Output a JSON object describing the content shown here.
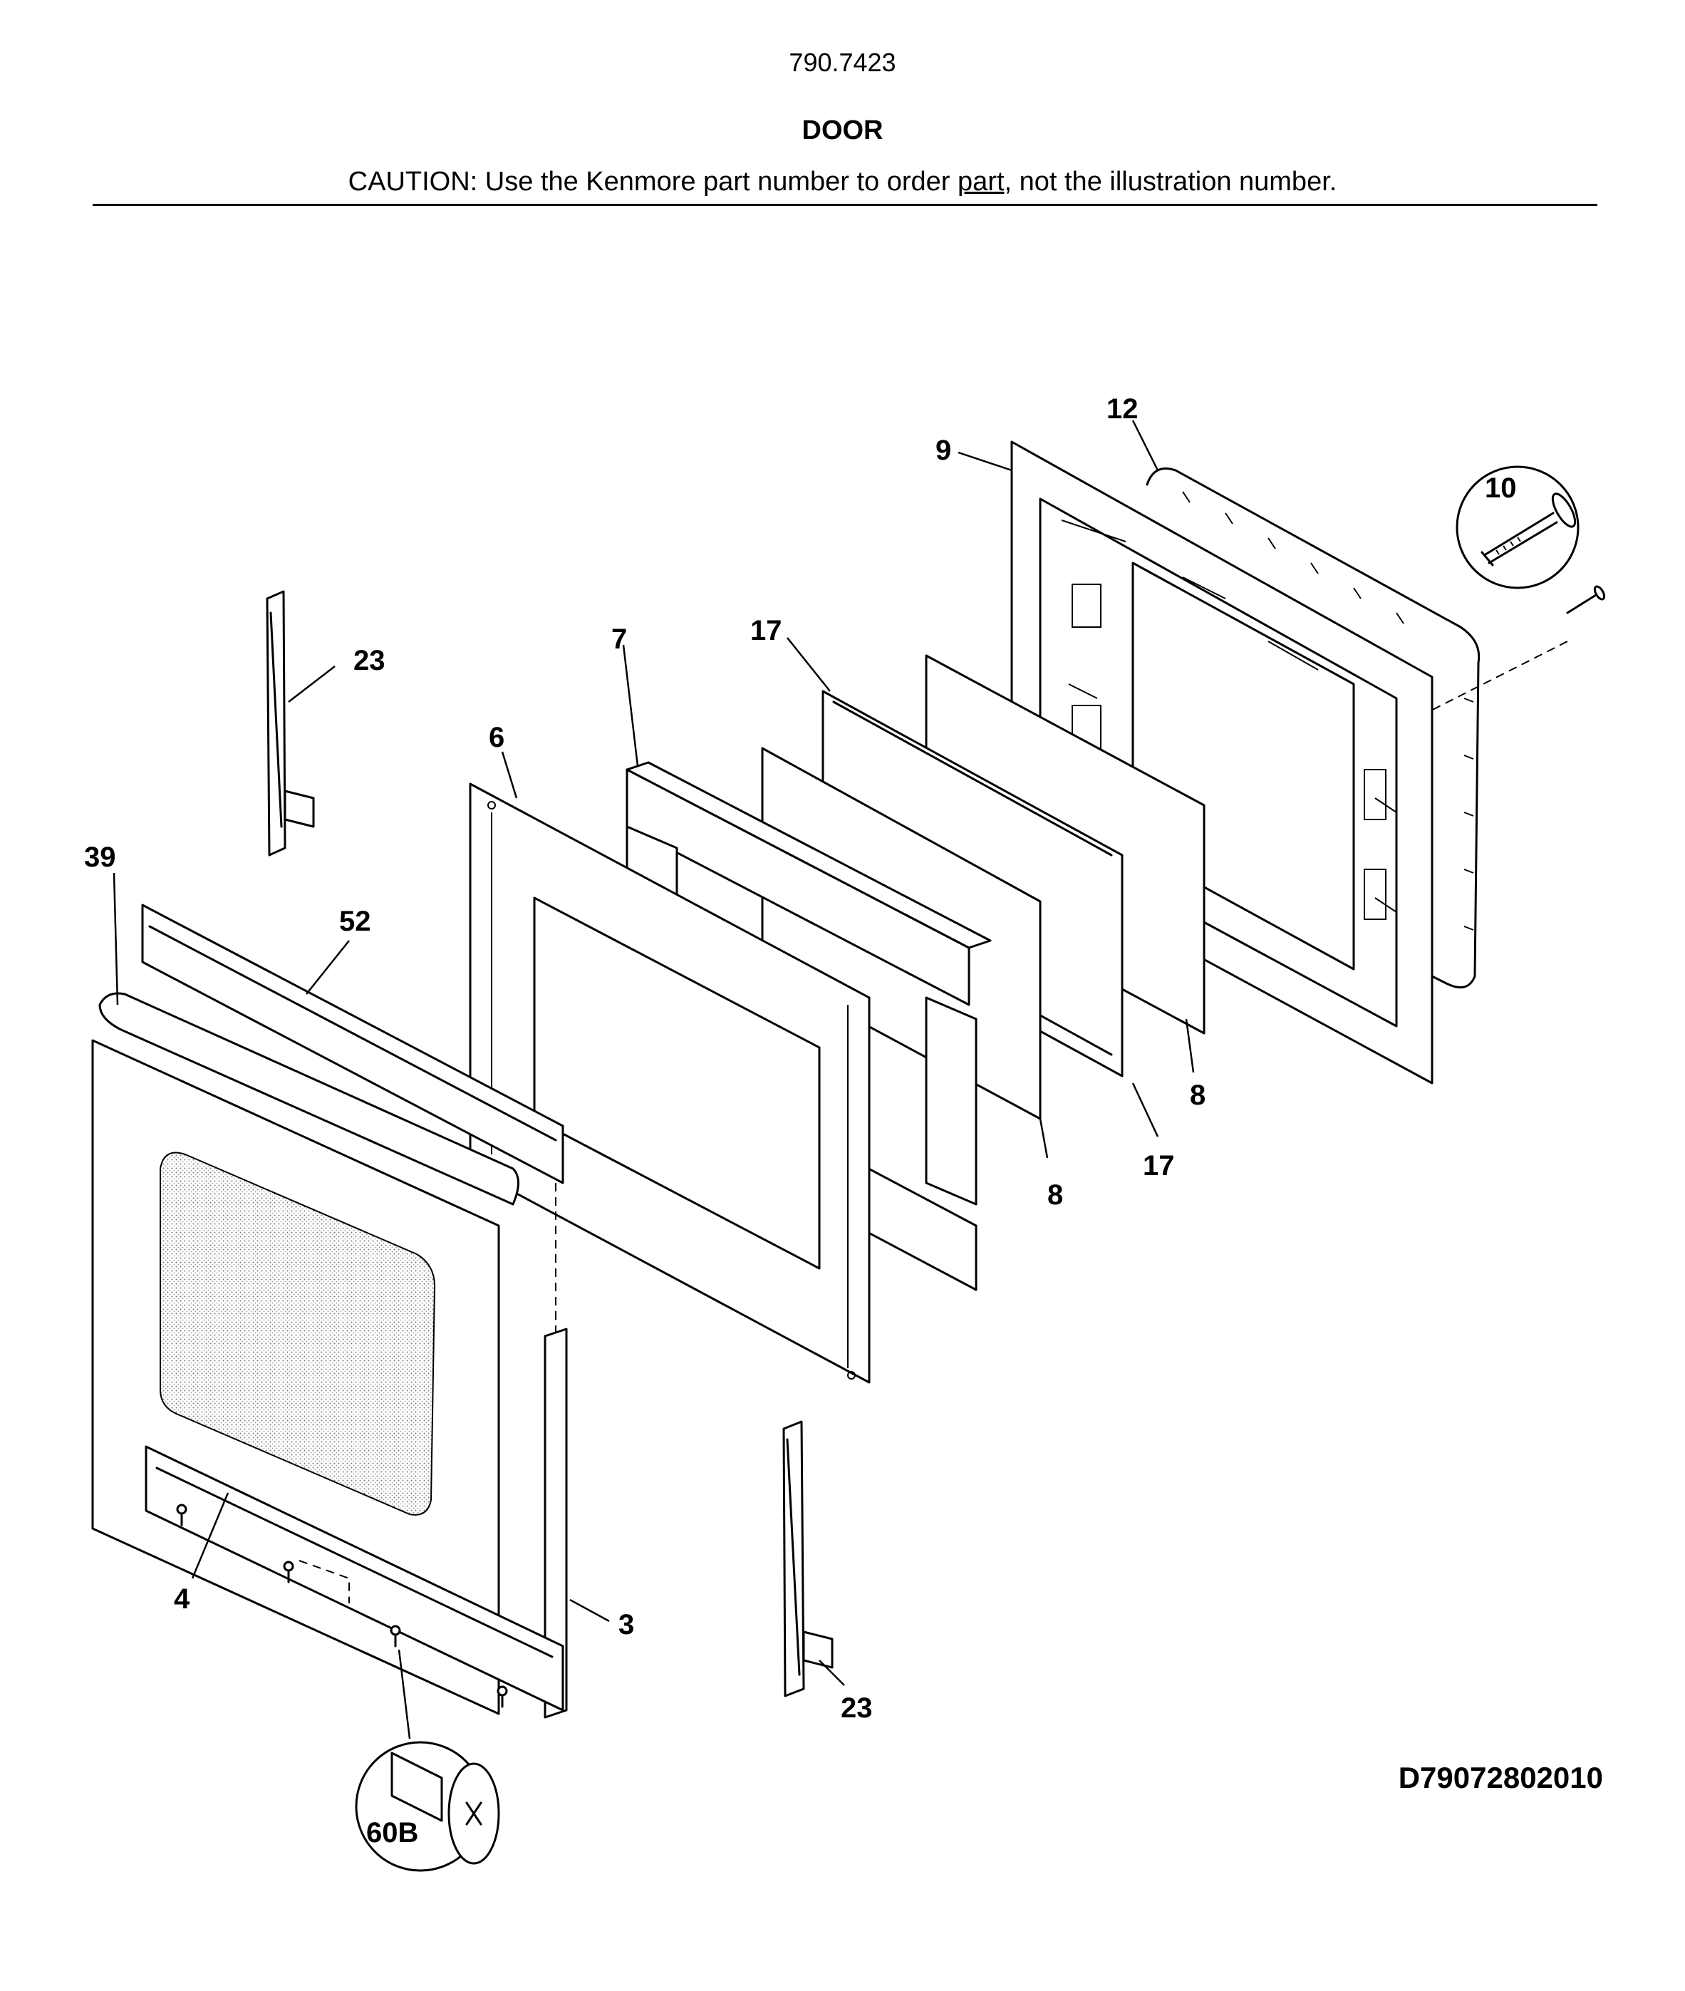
{
  "header": {
    "model": "790.7423",
    "title": "DOOR",
    "caution_before": "CAUTION: Use the Kenmore part number to order ",
    "caution_underlined": "part",
    "caution_after": ", not the illustration number."
  },
  "drawing_number": "D79072802010",
  "callouts": {
    "c3": "3",
    "c4": "4",
    "c6": "6",
    "c7": "7",
    "c8a": "8",
    "c8b": "8",
    "c9": "9",
    "c10": "10",
    "c12": "12",
    "c17a": "17",
    "c17b": "17",
    "c23a": "23",
    "c23b": "23",
    "c39": "39",
    "c52": "52",
    "c60b": "60B"
  }
}
